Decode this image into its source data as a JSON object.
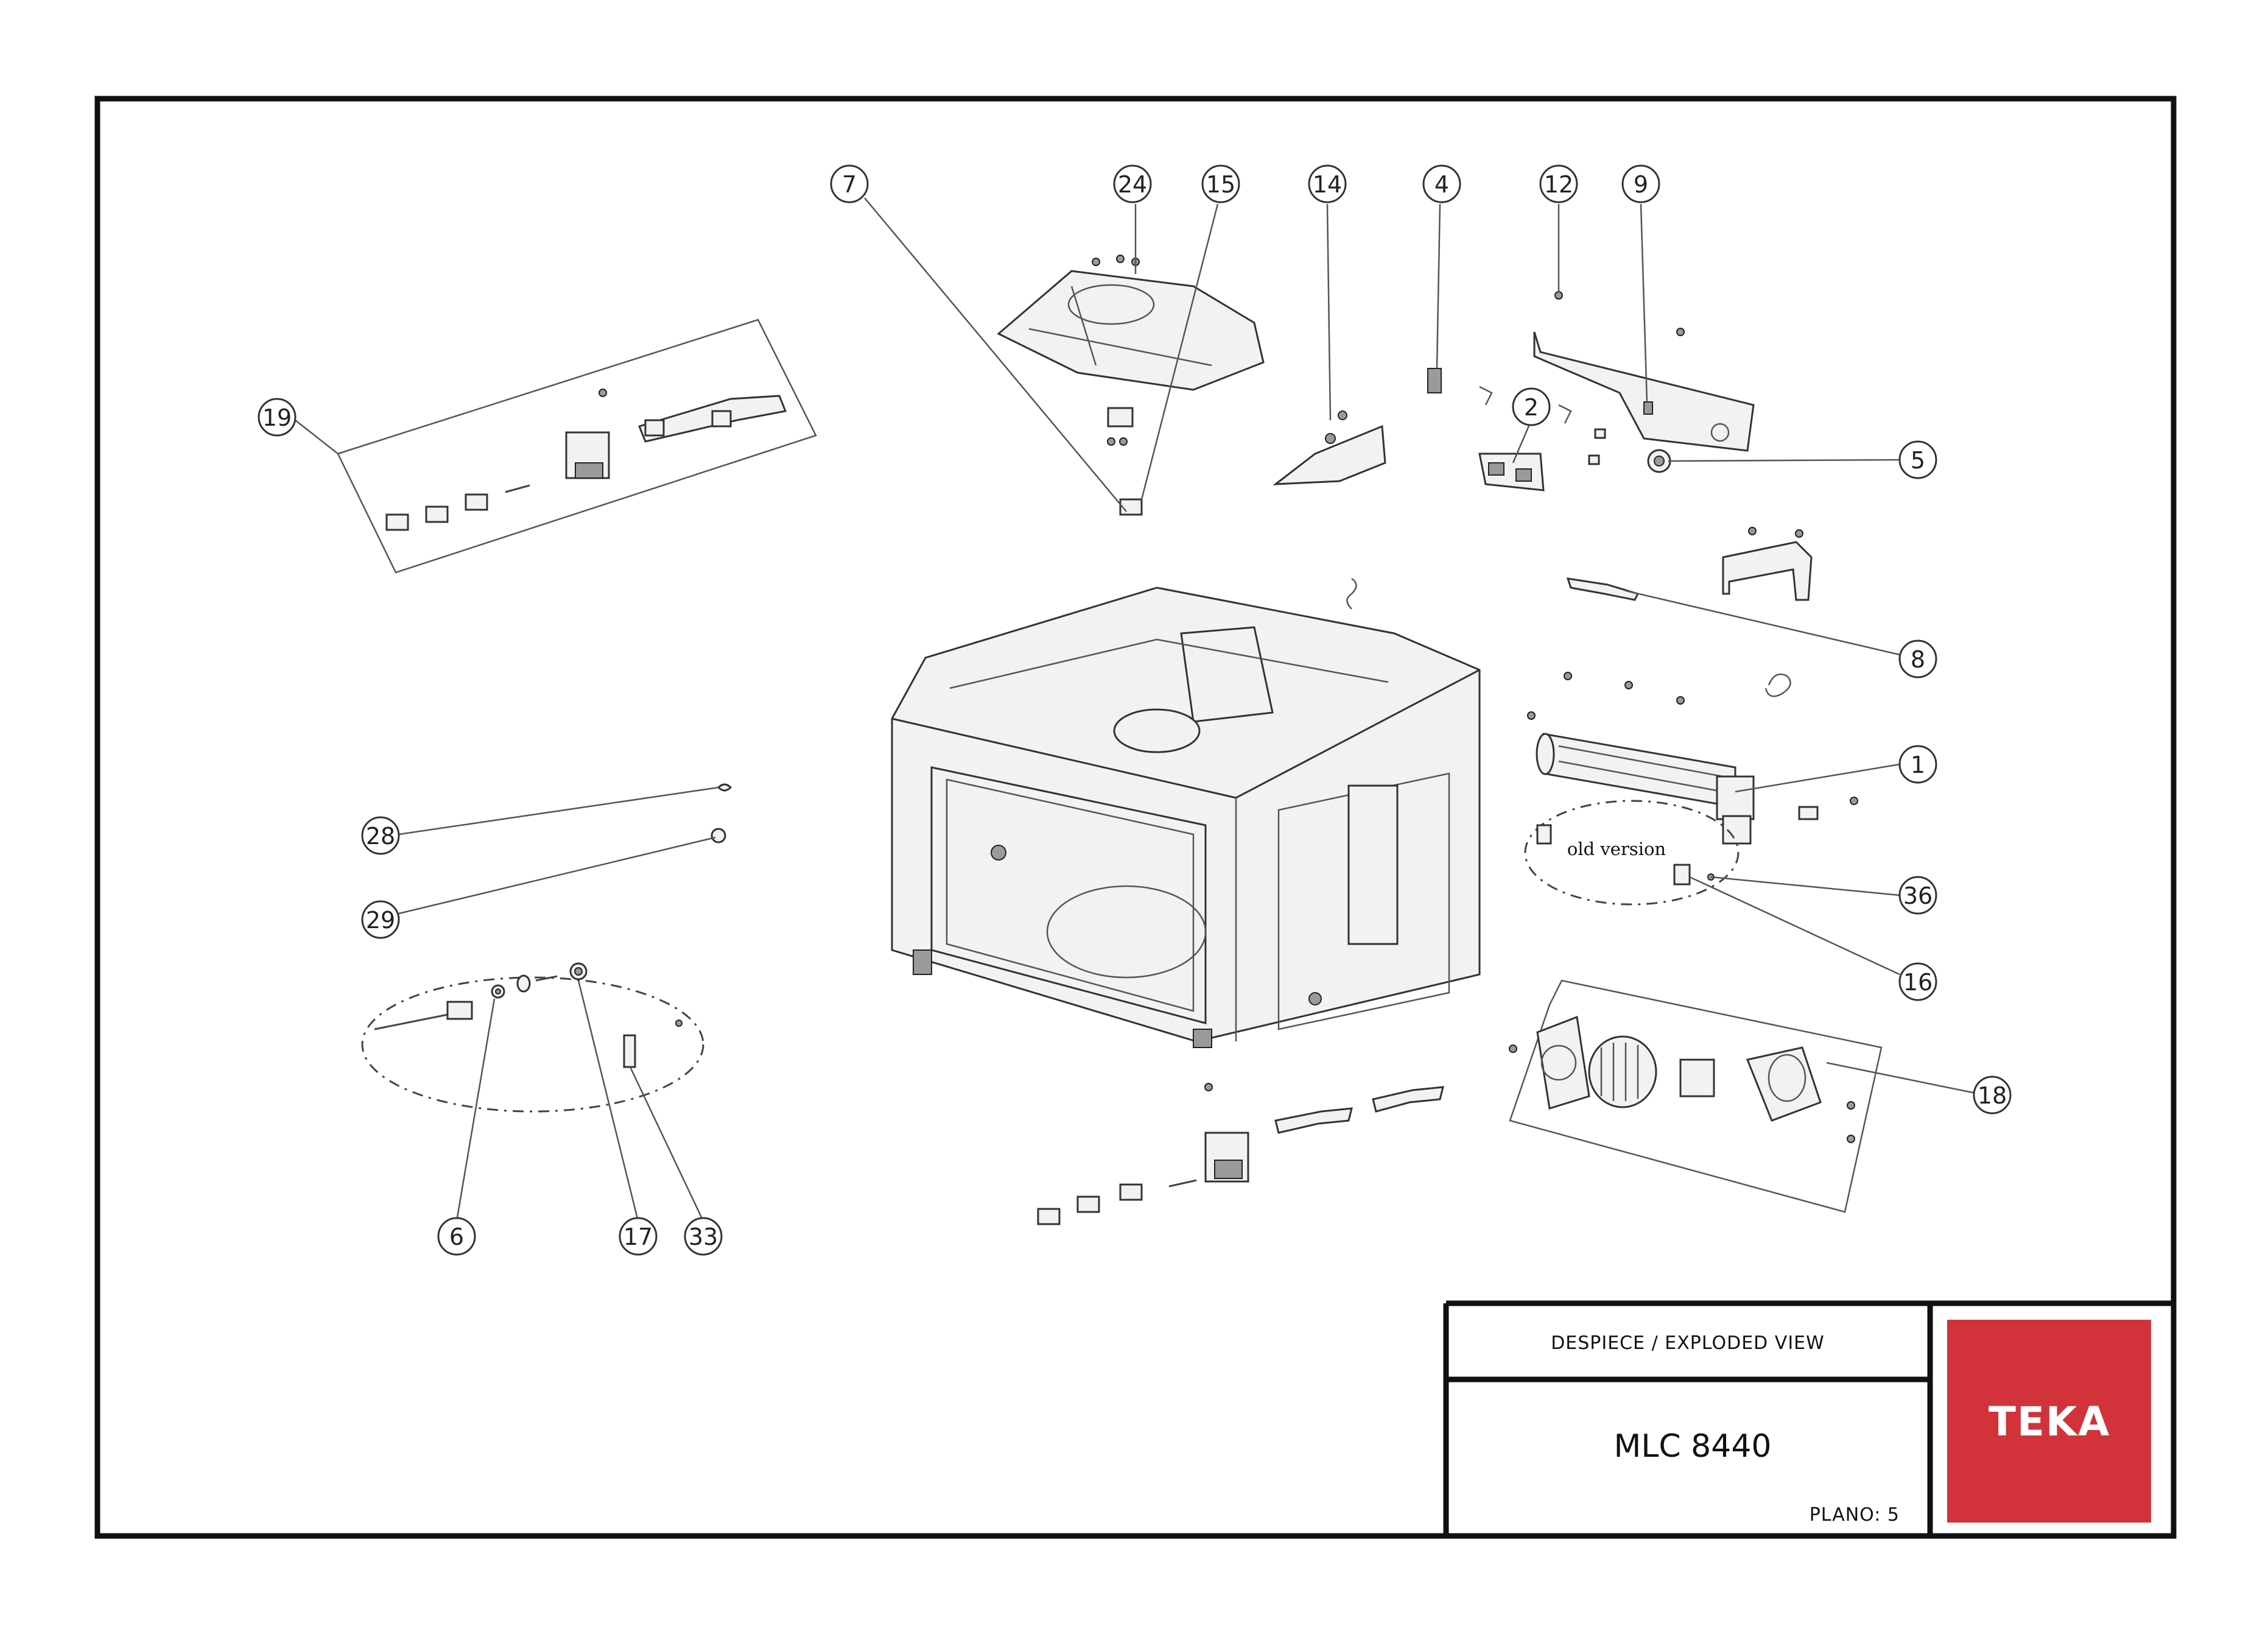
{
  "title_block": {
    "heading": "DESPIECE / EXPLODED VIEW",
    "model": "MLC 8440",
    "plano_label": "PLANO: 5",
    "brand": "TEKA",
    "brand_color": "#d2333a"
  },
  "annotations": {
    "old_version": "old version"
  },
  "callouts": {
    "c7": "7",
    "c24": "24",
    "c15": "15",
    "c14": "14",
    "c4": "4",
    "c12": "12",
    "c9": "9",
    "c19": "19",
    "c2": "2",
    "c5": "5",
    "c8": "8",
    "c1": "1",
    "c36": "36",
    "c16": "16",
    "c18": "18",
    "c28": "28",
    "c29": "29",
    "c6": "6",
    "c17": "17",
    "c33": "33"
  }
}
